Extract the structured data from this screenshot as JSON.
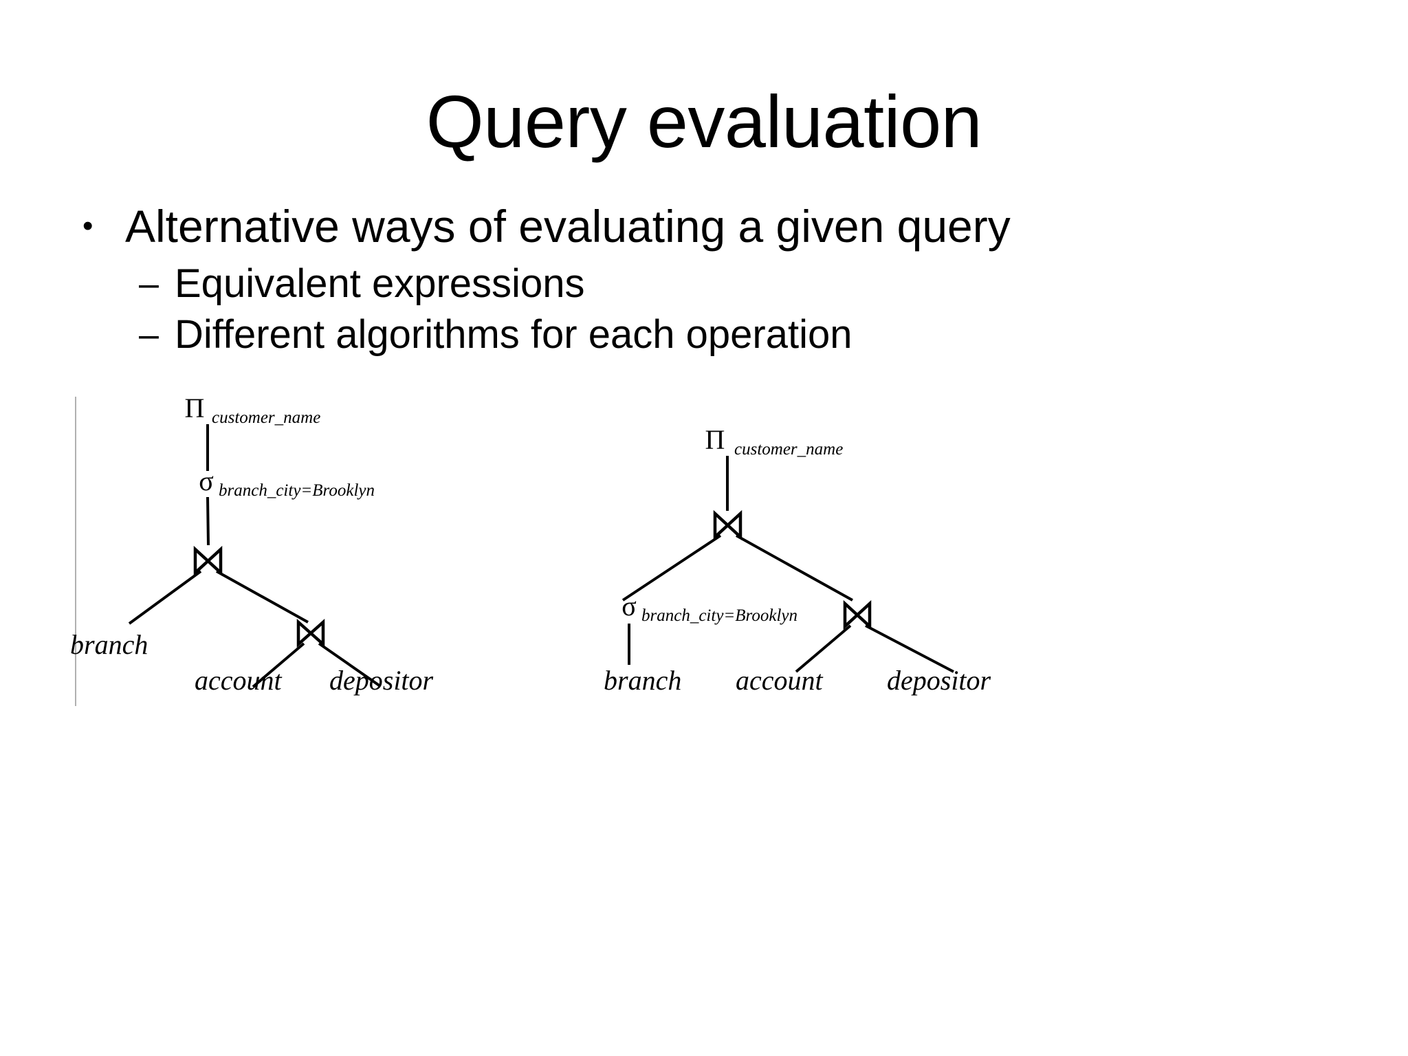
{
  "slide": {
    "title": "Query evaluation",
    "background_color": "#ffffff",
    "text_color": "#000000"
  },
  "bullets": [
    {
      "level": 1,
      "marker": "•",
      "text": "Alternative ways of evaluating a given query"
    },
    {
      "level": 2,
      "marker": "–",
      "text": "Equivalent expressions"
    },
    {
      "level": 2,
      "marker": "–",
      "text": "Different algorithms for each operation"
    }
  ],
  "diagram": {
    "caption": "",
    "trees": [
      {
        "id": "left-tree",
        "name": "query-tree-selection-pushed-up",
        "nodes": [
          {
            "id": "proj",
            "kind": "projection",
            "symbol": "Π",
            "subscript": "customer_name"
          },
          {
            "id": "sel",
            "kind": "selection",
            "symbol": "σ",
            "subscript": "branch_city=Brooklyn"
          },
          {
            "id": "join1",
            "kind": "join",
            "symbol": "⋈",
            "subscript": ""
          },
          {
            "id": "branch",
            "kind": "relation",
            "symbol": "",
            "label": "branch"
          },
          {
            "id": "join2",
            "kind": "join",
            "symbol": "⋈",
            "subscript": ""
          },
          {
            "id": "account",
            "kind": "relation",
            "symbol": "",
            "label": "account"
          },
          {
            "id": "depositor",
            "kind": "relation",
            "symbol": "",
            "label": "depositor"
          }
        ],
        "edges": [
          [
            "proj",
            "sel"
          ],
          [
            "sel",
            "join1"
          ],
          [
            "join1",
            "branch"
          ],
          [
            "join1",
            "join2"
          ],
          [
            "join2",
            "account"
          ],
          [
            "join2",
            "depositor"
          ]
        ]
      },
      {
        "id": "right-tree",
        "name": "query-tree-selection-pushed-down",
        "nodes": [
          {
            "id": "proj",
            "kind": "projection",
            "symbol": "Π",
            "subscript": "customer_name"
          },
          {
            "id": "join1",
            "kind": "join",
            "symbol": "⋈",
            "subscript": ""
          },
          {
            "id": "sel",
            "kind": "selection",
            "symbol": "σ",
            "subscript": "branch_city=Brooklyn"
          },
          {
            "id": "branch",
            "kind": "relation",
            "symbol": "",
            "label": "branch"
          },
          {
            "id": "join2",
            "kind": "join",
            "symbol": "⋈",
            "subscript": ""
          },
          {
            "id": "account",
            "kind": "relation",
            "symbol": "",
            "label": "account"
          },
          {
            "id": "depositor",
            "kind": "relation",
            "symbol": "",
            "label": "depositor"
          }
        ],
        "edges": [
          [
            "proj",
            "join1"
          ],
          [
            "join1",
            "sel"
          ],
          [
            "sel",
            "branch"
          ],
          [
            "join1",
            "join2"
          ],
          [
            "join2",
            "account"
          ],
          [
            "join2",
            "depositor"
          ]
        ]
      }
    ]
  }
}
